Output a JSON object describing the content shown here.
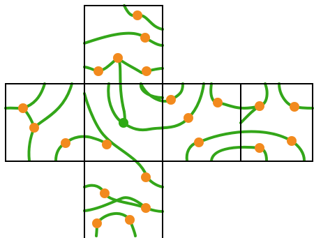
{
  "puzzle": {
    "colors": {
      "background": "#ffffff",
      "border": "#000000",
      "path": "#33a619",
      "node": "#f28a1e",
      "start_node": "#2eaa14"
    },
    "faces": [
      "top",
      "left",
      "center",
      "right",
      "far-right",
      "bottom"
    ],
    "node_count": 23,
    "start_node_count": 1
  }
}
